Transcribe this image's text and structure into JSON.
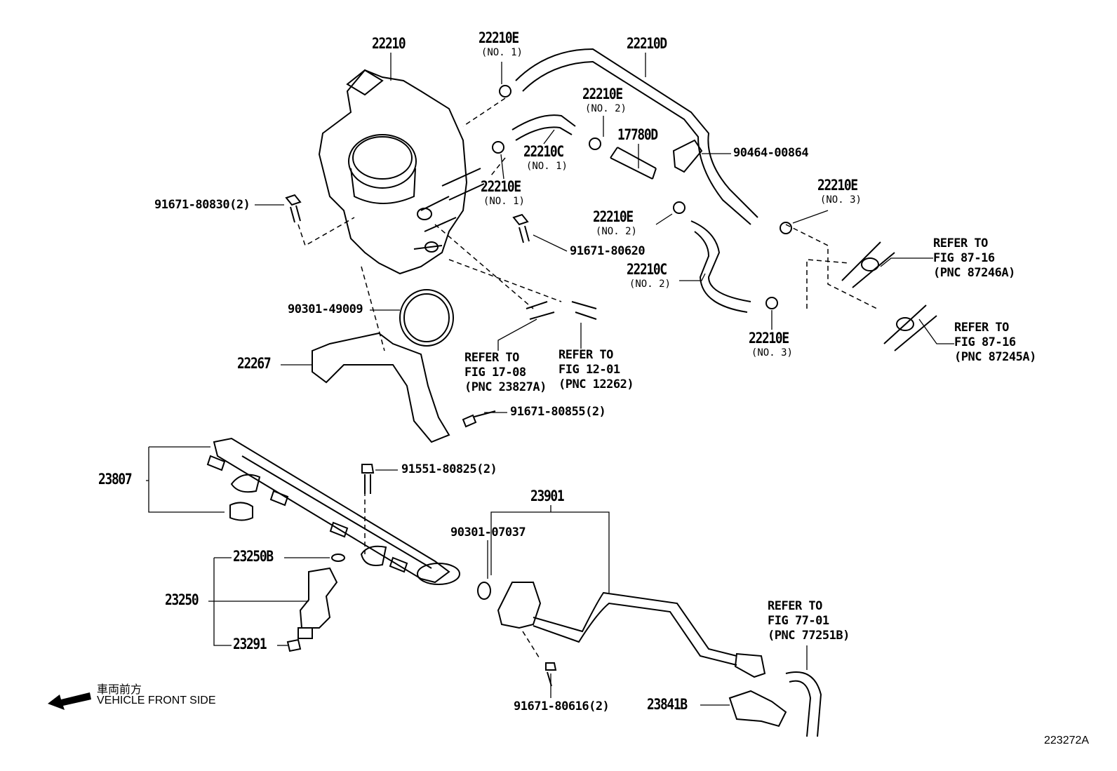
{
  "diagram": {
    "id": "223272A",
    "parts": {
      "throttle_body": "22210",
      "clamp_no1_top": {
        "pn": "22210E",
        "note": "(NO. 1)"
      },
      "hose_d": "22210D",
      "clamp_no2_top": {
        "pn": "22210E",
        "note": "(NO. 2)"
      },
      "filter": "17780D",
      "hose_c_no1": {
        "pn": "22210C",
        "note": "(NO. 1)"
      },
      "clamp_no1_mid": {
        "pn": "22210E",
        "note": "(NO. 1)"
      },
      "clip": "90464-00864",
      "clamp_no3_right": {
        "pn": "22210E",
        "note": "(NO. 3)"
      },
      "bolt_tb": "91671-80830(2)",
      "clamp_no2_mid": {
        "pn": "22210E",
        "note": "(NO. 2)"
      },
      "bolt_80620": "91671-80620",
      "hose_c_no2": {
        "pn": "22210C",
        "note": "(NO. 2)"
      },
      "gasket": "90301-49009",
      "clamp_no3_low": {
        "pn": "22210E",
        "note": "(NO. 3)"
      },
      "bracket": "22267",
      "bolt_80855": "91671-80855(2)",
      "fuel_rail": "23807",
      "bolt_80825": "91551-80825(2)",
      "fuel_line": "23901",
      "oring": "90301-07037",
      "injector_seal": "23250B",
      "injector": "23250",
      "insulator": "23291",
      "bolt_80616": "91671-80616(2)",
      "clamp_23841B": "23841B"
    },
    "refs": [
      {
        "l1": "REFER TO",
        "l2": "FIG  87-16",
        "l3": "(PNC 87246A)"
      },
      {
        "l1": "REFER TO",
        "l2": "FIG  87-16",
        "l3": "(PNC 87245A)"
      },
      {
        "l1": "REFER TO",
        "l2": "FIG  17-08",
        "l3": "(PNC 23827A)"
      },
      {
        "l1": "REFER TO",
        "l2": "FIG  12-01",
        "l3": "(PNC 12262)"
      },
      {
        "l1": "REFER TO",
        "l2": "FIG  77-01",
        "l3": "(PNC 77251B)"
      }
    ],
    "direction": {
      "jp": "車両前方",
      "en": "VEHICLE FRONT SIDE"
    }
  }
}
